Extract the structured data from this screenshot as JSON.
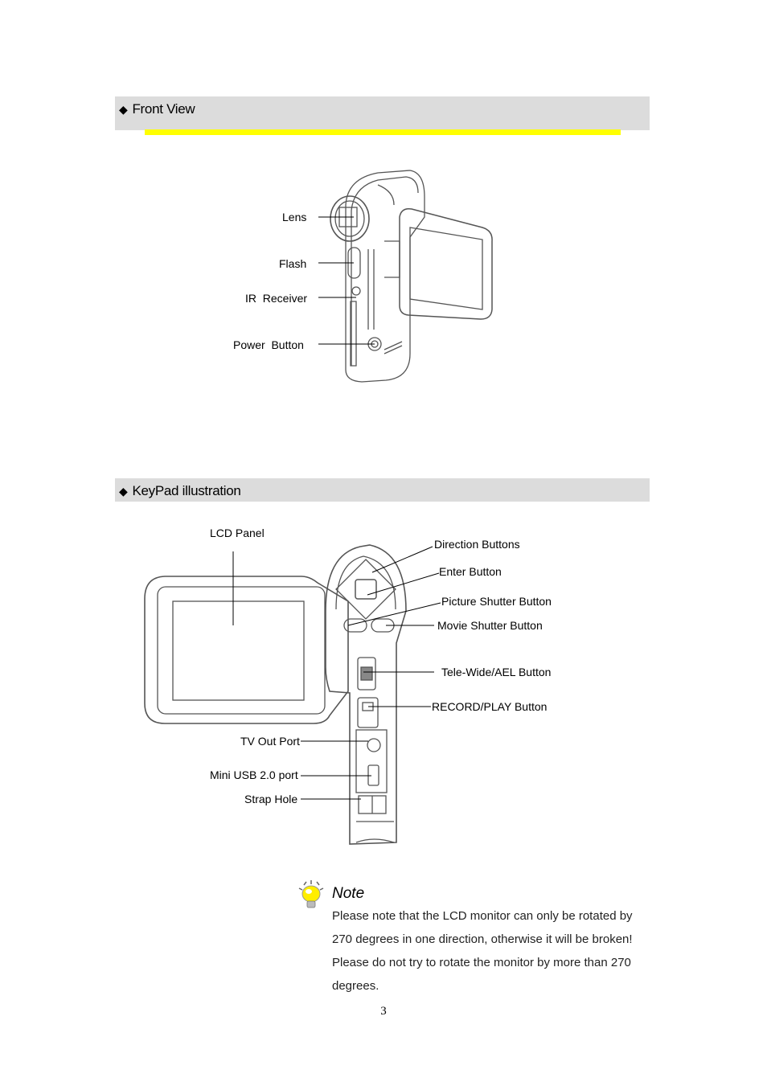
{
  "sections": {
    "front_view": {
      "title": "Front View",
      "bullet": "◆"
    },
    "keypad": {
      "title": "KeyPad illustration",
      "bullet": "◆"
    }
  },
  "front_labels": {
    "lens": "Lens",
    "flash": "Flash",
    "ir_receiver": "IR  Receiver",
    "power_button": "Power  Button"
  },
  "keypad_labels": {
    "lcd_panel": "LCD Panel",
    "direction_buttons": "Direction Buttons",
    "enter_button": "Enter Button",
    "picture_shutter": "Picture Shutter Button",
    "movie_shutter": "Movie Shutter Button",
    "tele_wide": "Tele-Wide/AEL Button",
    "record_play": "RECORD/PLAY Button",
    "tv_out": "TV Out Port",
    "mini_usb": "Mini USB 2.0 port",
    "strap_hole": "Strap Hole"
  },
  "note": {
    "icon": "lightbulb-icon",
    "title": "Note",
    "body": "Please note that the LCD monitor can only be rotated by 270 degrees in one direction, otherwise it will be broken! Please do not try to rotate the monitor by more than 270 degrees."
  },
  "page_number": "3",
  "colors": {
    "section_bar": "#dcdcdc",
    "accent_line": "#ffff00"
  }
}
